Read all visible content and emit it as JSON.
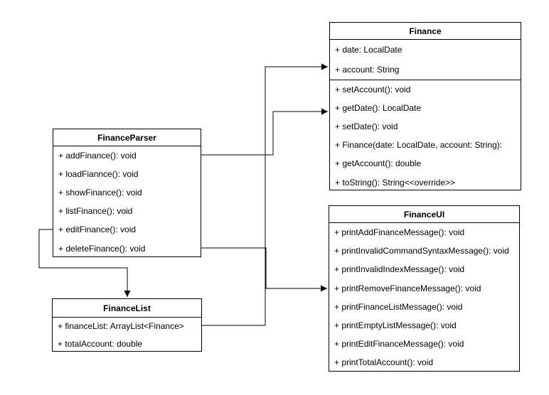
{
  "diagram": {
    "colors": {
      "stroke": "#000000",
      "fill": "#ffffff",
      "text": "#000000"
    },
    "classes": [
      {
        "id": "finance",
        "title": "Finance",
        "sections": [
          {
            "kind": "attributes",
            "rows": [
              "+ date: LocalDate",
              "+ account: String"
            ]
          },
          {
            "kind": "methods",
            "rows": [
              "+ setAccount(): void",
              "+ getDate(): LocalDate",
              "+ setDate(): void",
              "+ Finance(date: LocalDate, account: String):",
              "+ getAccount(): double",
              "+ toString(): String<<override>>"
            ]
          }
        ]
      },
      {
        "id": "financeparser",
        "title": "FinanceParser",
        "sections": [
          {
            "kind": "methods",
            "rows": [
              "+ addFinance(): void",
              "+ loadFiannce(): void",
              "+ showFinance(): void",
              "+ listFinance(): void",
              "+ editFinance(): void",
              "+ deleteFinance(): void"
            ]
          }
        ]
      },
      {
        "id": "financeui",
        "title": "FinanceUI",
        "sections": [
          {
            "kind": "methods",
            "rows": [
              "+ printAddFinanceMessage(): void",
              "+ printInvalidCommandSyntaxMessage(): void",
              "+ printInvalidIndexMessage(): void",
              "+ printRemoveFinanceMessage(): void",
              "+ printFinanceListMessage(): void",
              "+ printEmptyListMessage(): void",
              "+ printEditFinanceMessage(): void",
              "+ printTotalAccount(): void"
            ]
          }
        ]
      },
      {
        "id": "financelist",
        "title": "FinanceList",
        "sections": [
          {
            "kind": "attributes",
            "rows": [
              "+ financeList: ArrayList<Finance>",
              "+ totalAccount: double"
            ]
          }
        ]
      }
    ],
    "relationships": [
      {
        "from": "FinanceParser",
        "to": "Finance"
      },
      {
        "from": "FinanceParser",
        "to": "FinanceUI"
      },
      {
        "from": "FinanceParser",
        "to": "FinanceList"
      },
      {
        "from": "FinanceList",
        "to": "Finance"
      }
    ]
  }
}
